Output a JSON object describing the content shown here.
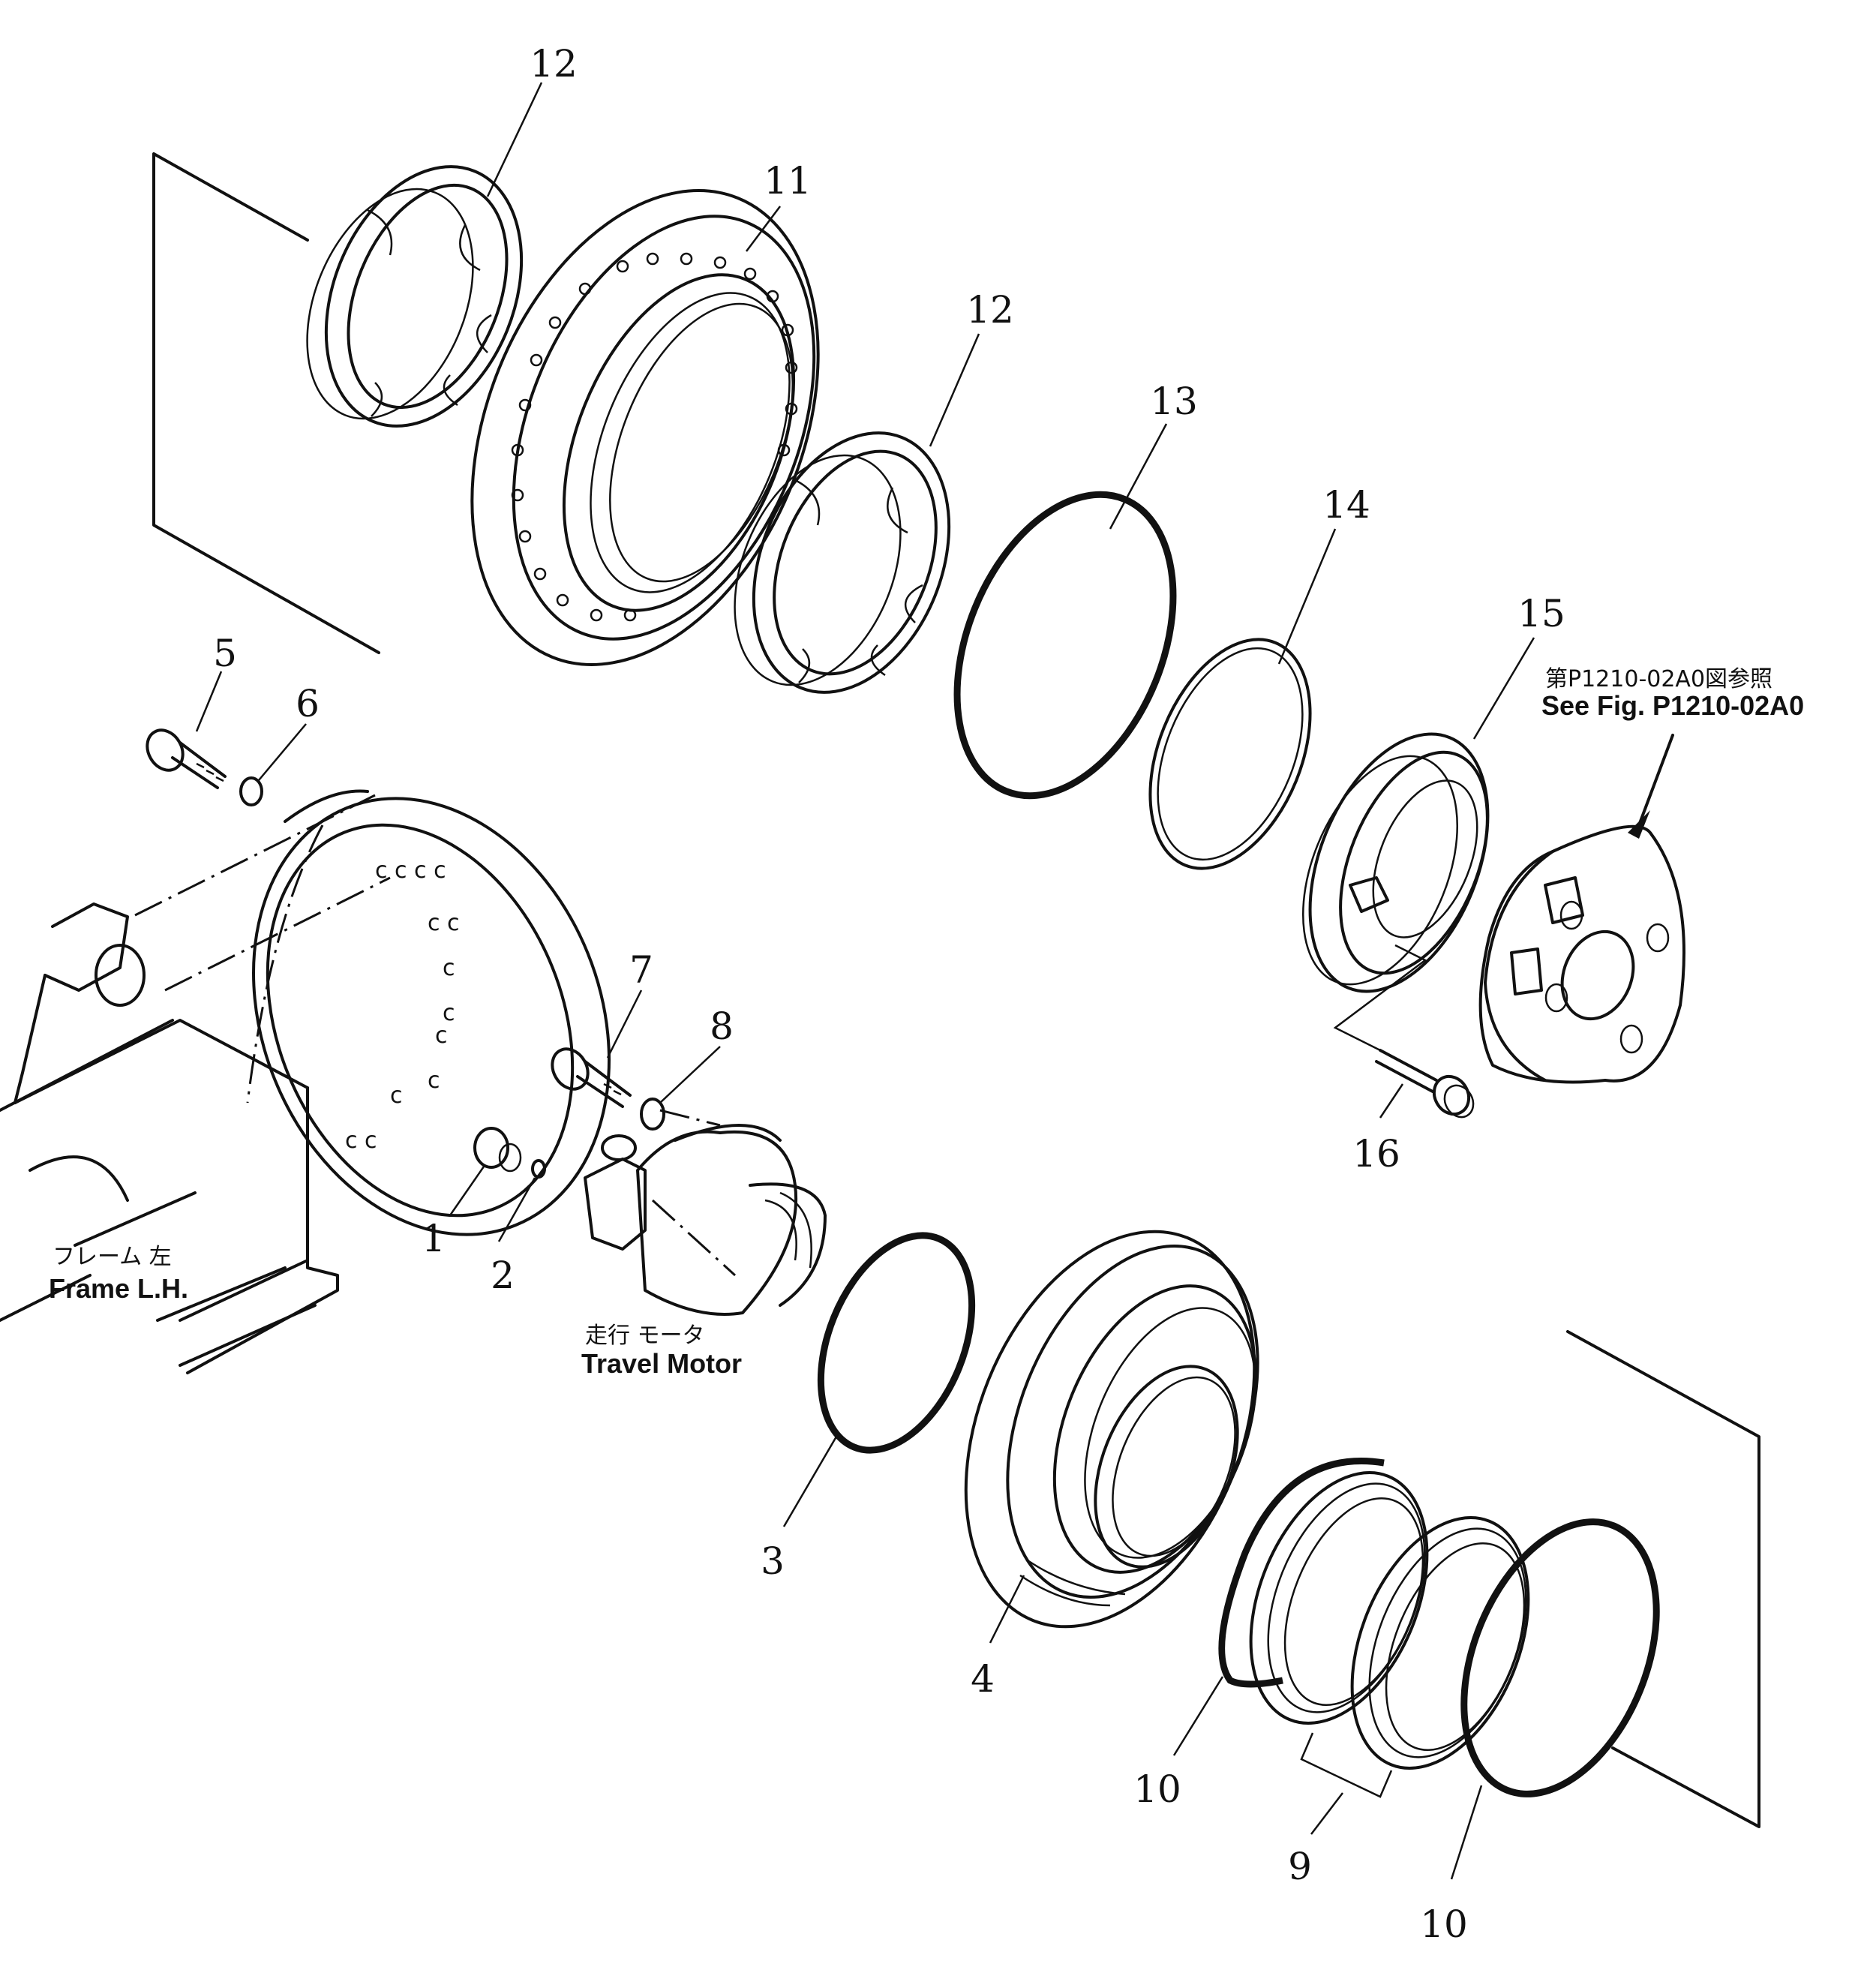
{
  "callouts": [
    {
      "id": "1",
      "text": "1"
    },
    {
      "id": "2",
      "text": "2"
    },
    {
      "id": "3",
      "text": "3"
    },
    {
      "id": "4",
      "text": "4"
    },
    {
      "id": "5",
      "text": "5"
    },
    {
      "id": "6",
      "text": "6"
    },
    {
      "id": "7",
      "text": "7"
    },
    {
      "id": "8",
      "text": "8"
    },
    {
      "id": "9",
      "text": "9"
    },
    {
      "id": "10a",
      "text": "10"
    },
    {
      "id": "10b",
      "text": "10"
    },
    {
      "id": "11",
      "text": "11"
    },
    {
      "id": "12a",
      "text": "12"
    },
    {
      "id": "12b",
      "text": "12"
    },
    {
      "id": "13",
      "text": "13"
    },
    {
      "id": "14",
      "text": "14"
    },
    {
      "id": "15",
      "text": "15"
    },
    {
      "id": "16",
      "text": "16"
    }
  ],
  "labels": {
    "frame_jp": "フレーム 左",
    "frame_en": "Frame L.H.",
    "motor_jp": "走行 モータ",
    "motor_en": "Travel Motor",
    "ref_jp": "第P1210-02A0図参照",
    "ref_en": "See Fig. P1210-02A0"
  }
}
